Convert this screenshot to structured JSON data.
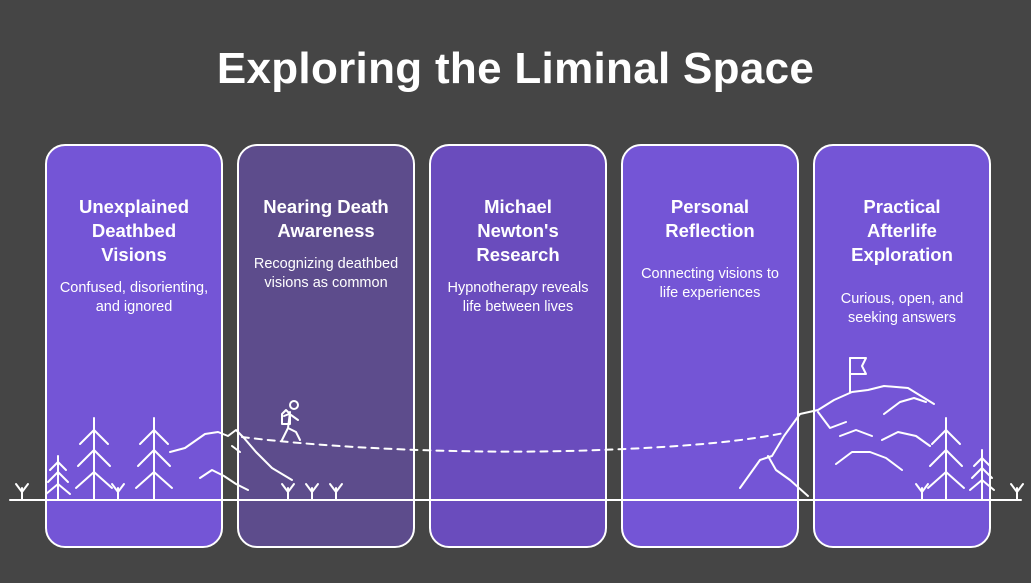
{
  "title": "Exploring the Liminal Space",
  "colors": {
    "background": "#454545",
    "card_purple": "#7455d6",
    "card_dark": "#5d4c8c",
    "card_mid": "#6a4cbd",
    "line": "#ffffff"
  },
  "stages": [
    {
      "heading": "Unexplained Deathbed Visions",
      "description": "Confused, disorienting, and ignored"
    },
    {
      "heading": "Nearing Death Awareness",
      "description": "Recognizing deathbed visions as common"
    },
    {
      "heading": "Michael Newton's Research",
      "description": "Hypnotherapy reveals life between lives"
    },
    {
      "heading": "Personal Reflection",
      "description": "Connecting visions to life experiences"
    },
    {
      "heading": "Practical Afterlife Exploration",
      "description": "Curious, open, and seeking answers"
    }
  ],
  "icons": [
    "pine-tree-icon",
    "hiker-icon",
    "mountain-icon",
    "flag-icon",
    "grass-icon"
  ]
}
